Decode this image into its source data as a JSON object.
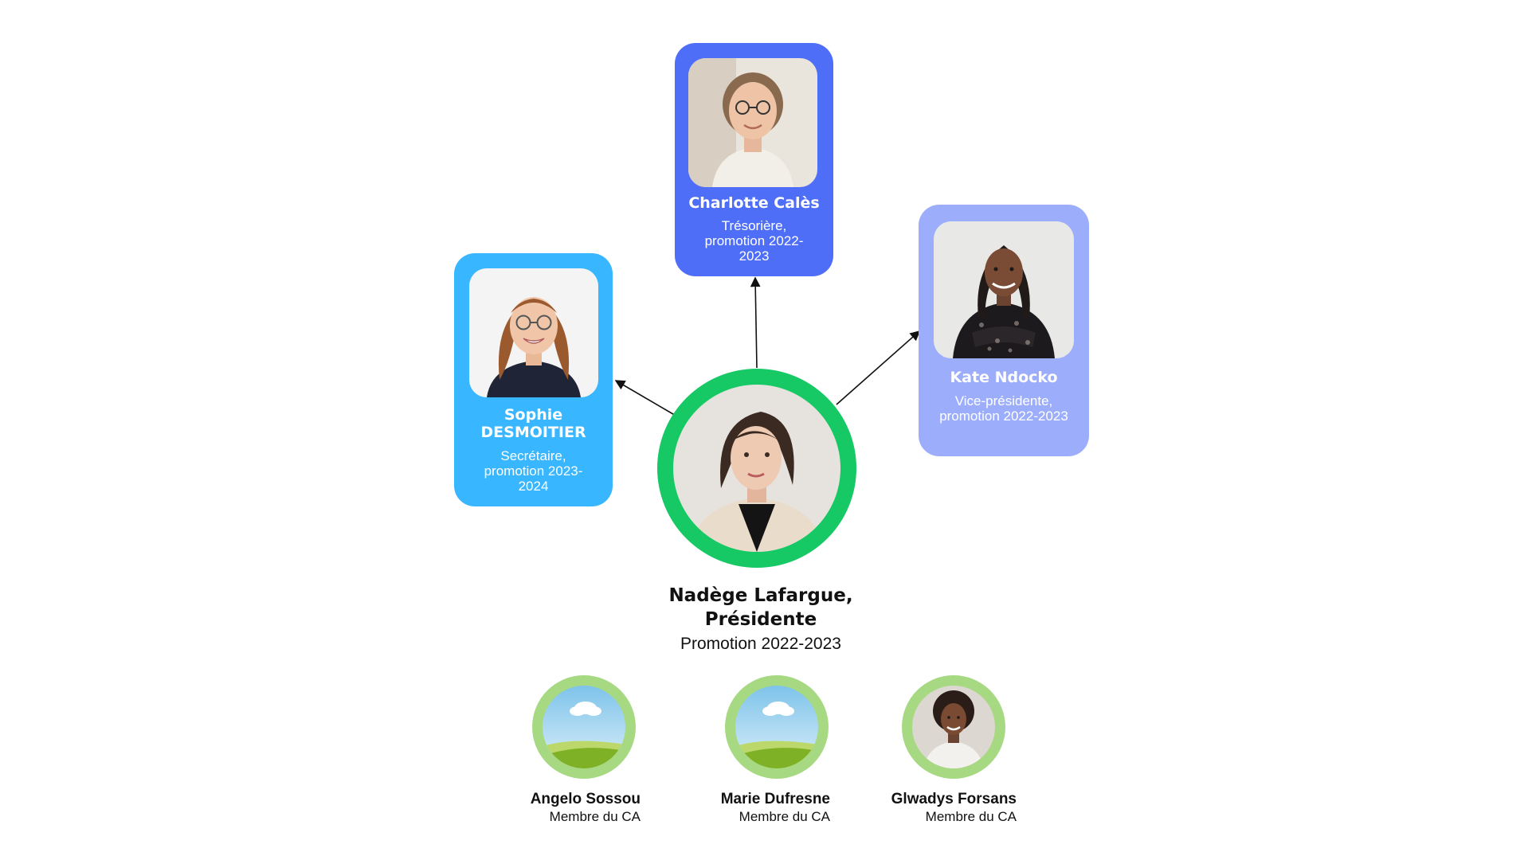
{
  "president": {
    "name_line1": "Nadège Lafargue,",
    "name_line2": "Présidente",
    "promotion": "Promotion 2022-2023"
  },
  "board": [
    {
      "id": "charlotte",
      "name": "Charlotte Calès",
      "role": "Trésorière, promotion 2022-2023",
      "color": "#4f6ef7"
    },
    {
      "id": "sophie",
      "name": "Sophie DESMOITIER",
      "role": "Secrétaire, promotion 2023-2024",
      "color": "#38b6ff"
    },
    {
      "id": "kate",
      "name": "Kate Ndocko",
      "role": "Vice-présidente, promotion 2022-2023",
      "color": "#9cadfc"
    }
  ],
  "members": [
    {
      "name": "Angelo Sossou",
      "role": "Membre du CA",
      "photo": "placeholder-landscape"
    },
    {
      "name": "Marie Dufresne",
      "role": "Membre du CA",
      "photo": "placeholder-landscape"
    },
    {
      "name": "Glwadys Forsans",
      "role": "Membre du CA",
      "photo": "portrait"
    }
  ],
  "colors": {
    "president_ring": "#17c964",
    "member_ring": "#a7d983",
    "connector": "#111111"
  }
}
